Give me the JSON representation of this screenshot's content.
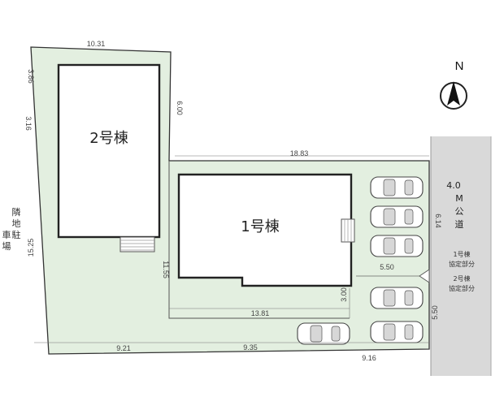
{
  "compass": {
    "north_label": "N"
  },
  "buildings": {
    "building_2": {
      "label": "2号棟"
    },
    "building_1": {
      "label": "1号棟"
    }
  },
  "dimensions": [
    "10.31",
    "3.86",
    "3.16",
    "15.25",
    "6.00",
    "18.83",
    "6.14",
    "5.50",
    "11.55",
    "3.00",
    "13.81",
    "9.21",
    "9.35",
    "9.16",
    "5.50"
  ],
  "road": {
    "width": "4.0",
    "unit": "M",
    "name": "公道"
  },
  "legend": {
    "lot_1": "1号棟\n協定部分",
    "lot_2": "2号棟\n協定部分"
  },
  "side_label": "隣地駐車場",
  "colors": {
    "lot": "#e3efe0",
    "outline": "#333333",
    "road": "#d9d9d9",
    "building": "#ffffff"
  }
}
